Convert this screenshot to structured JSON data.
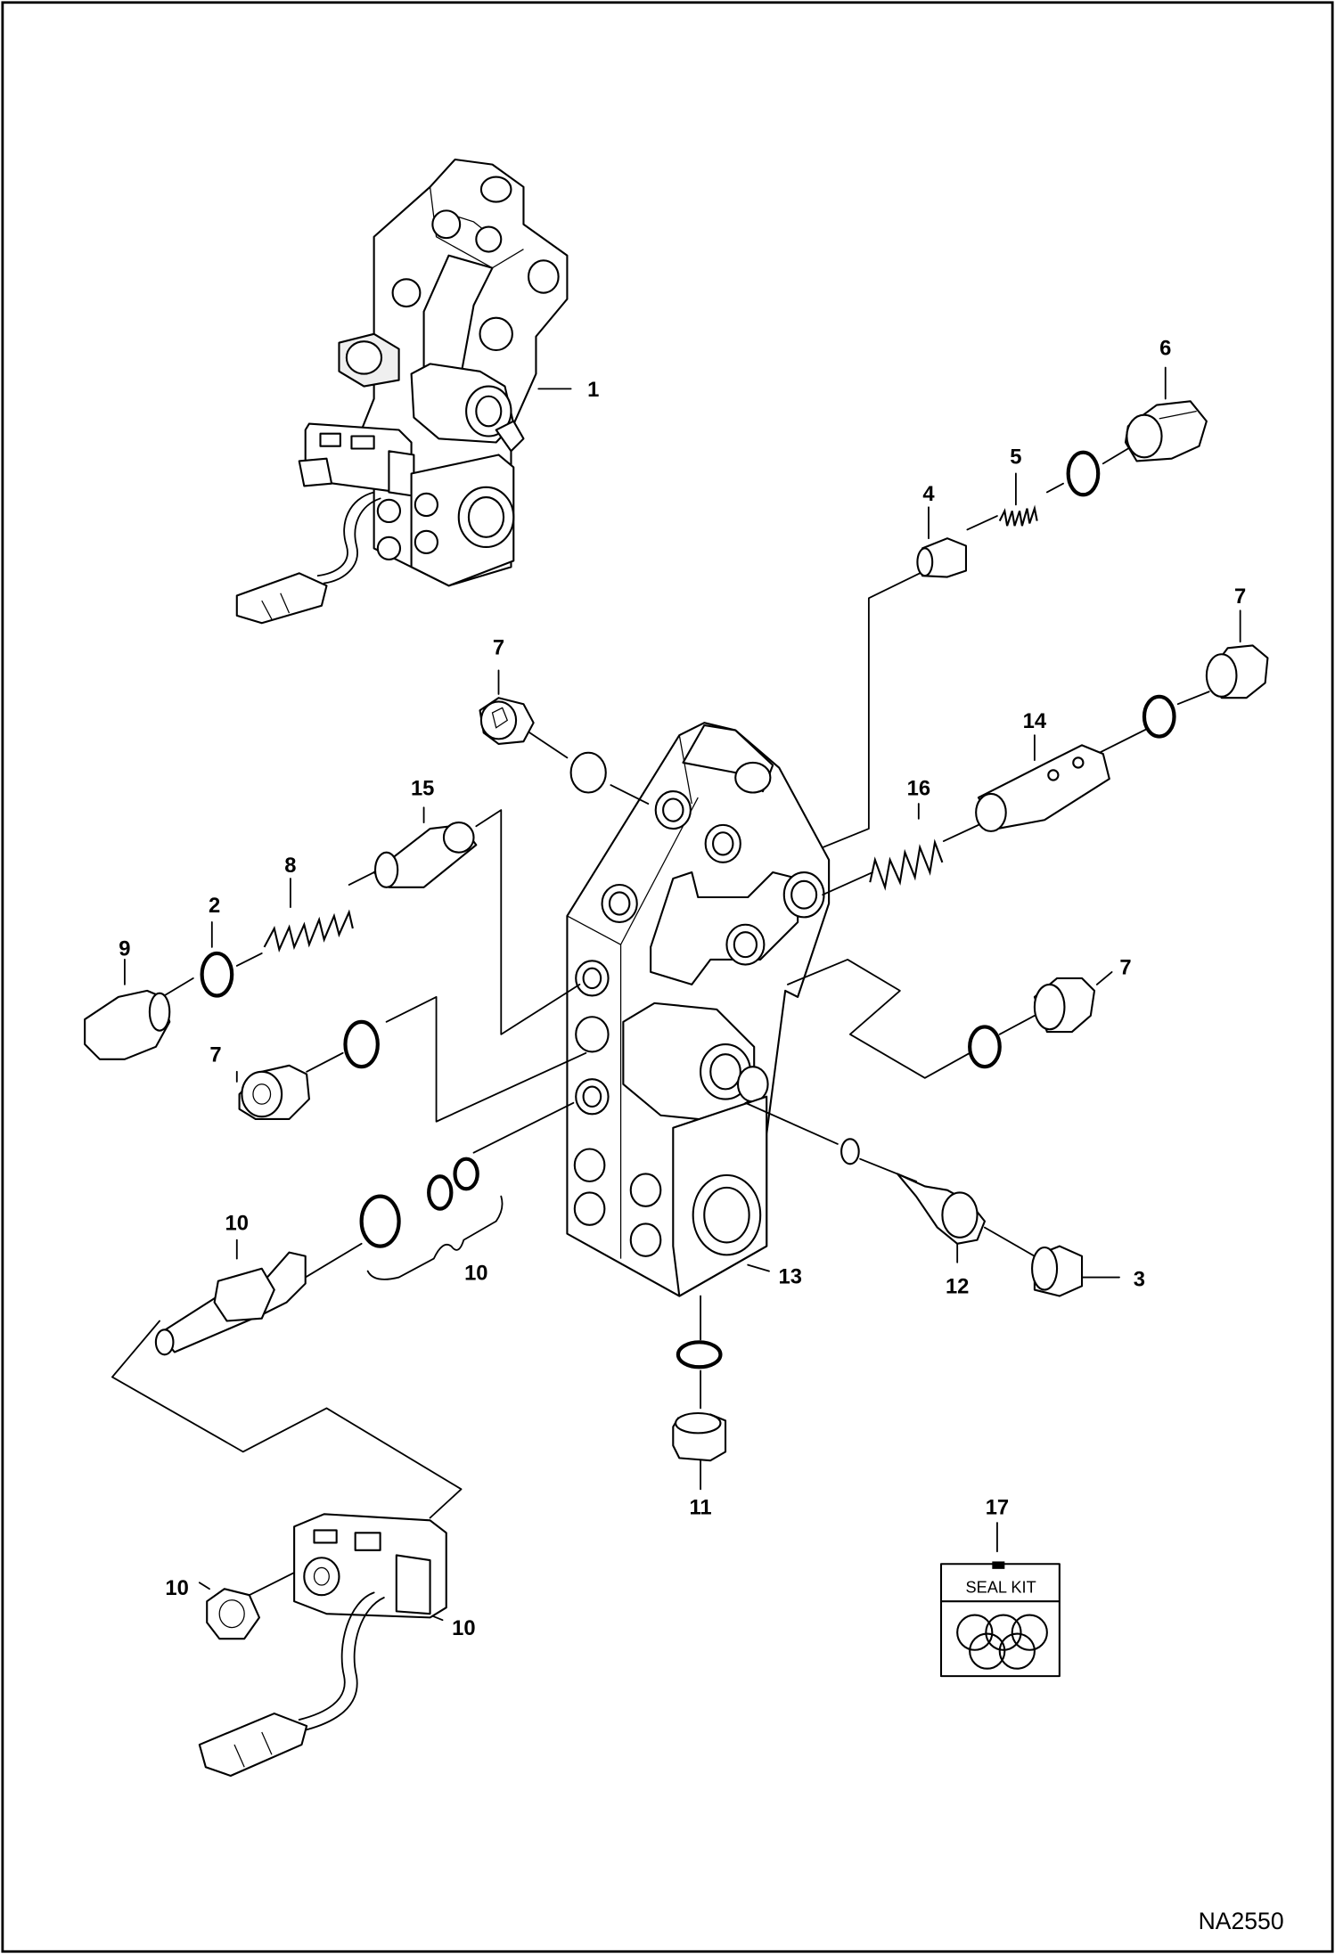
{
  "drawing": {
    "reference": "NA2550",
    "seal_kit_text": "SEAL KIT"
  },
  "callouts": [
    {
      "id": "c1",
      "text": "1"
    },
    {
      "id": "c2",
      "text": "2"
    },
    {
      "id": "c3",
      "text": "3"
    },
    {
      "id": "c4",
      "text": "4"
    },
    {
      "id": "c5",
      "text": "5"
    },
    {
      "id": "c6",
      "text": "6"
    },
    {
      "id": "c7a",
      "text": "7"
    },
    {
      "id": "c7b",
      "text": "7"
    },
    {
      "id": "c7c",
      "text": "7"
    },
    {
      "id": "c7d",
      "text": "7"
    },
    {
      "id": "c8",
      "text": "8"
    },
    {
      "id": "c9",
      "text": "9"
    },
    {
      "id": "c10a",
      "text": "10"
    },
    {
      "id": "c10b",
      "text": "10"
    },
    {
      "id": "c10c",
      "text": "10"
    },
    {
      "id": "c10d",
      "text": "10"
    },
    {
      "id": "c11",
      "text": "11"
    },
    {
      "id": "c12",
      "text": "12"
    },
    {
      "id": "c13",
      "text": "13"
    },
    {
      "id": "c14",
      "text": "14"
    },
    {
      "id": "c15",
      "text": "15"
    },
    {
      "id": "c16",
      "text": "16"
    },
    {
      "id": "c17",
      "text": "17"
    }
  ]
}
